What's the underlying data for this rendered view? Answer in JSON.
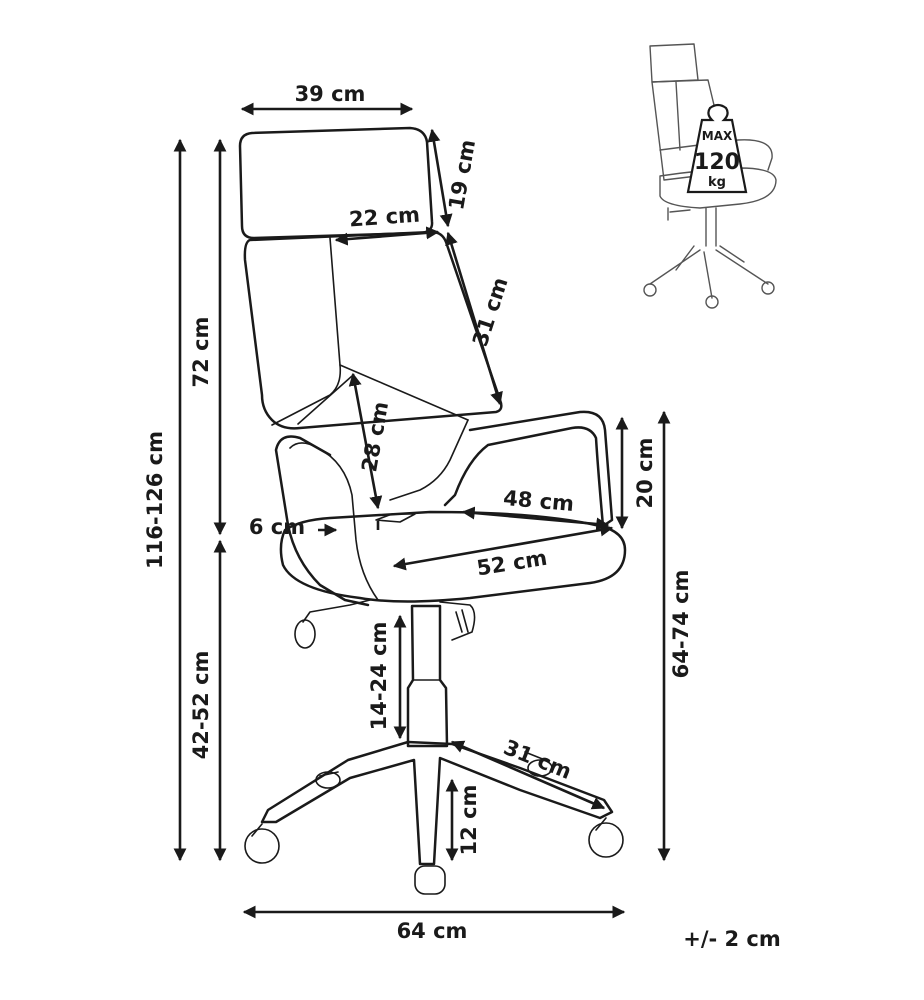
{
  "dimensions": {
    "backrest_width": "39 cm",
    "headrest_height": "19 cm",
    "inner_back_width": "22 cm",
    "upper_back_height": "31 cm",
    "total_height": "116-126 cm",
    "backrest_height": "72 cm",
    "lumbar_height": "28 cm",
    "armrest_height": "20 cm",
    "seat_depth": "48 cm",
    "seat_gap": "6 cm",
    "seat_width": "52 cm",
    "seat_floor_height": "42-52 cm",
    "gas_lift": "14-24 cm",
    "armrest_floor_height": "64-74 cm",
    "base_leg": "31 cm",
    "caster_height": "12 cm",
    "base_width": "64 cm"
  },
  "badge": {
    "max": "MAX",
    "weight": "120",
    "unit": "kg"
  },
  "tolerance": "+/- 2 cm",
  "colors": {
    "line": "#1a1a1a",
    "thumbnail_line": "#555555"
  }
}
